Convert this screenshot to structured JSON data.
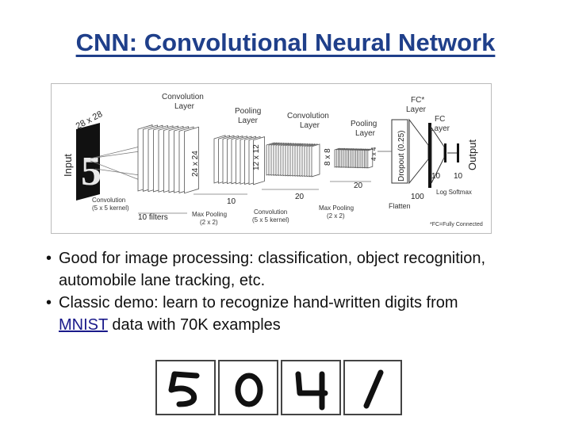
{
  "title": "CNN: Convolutional Neural Network",
  "diagram": {
    "input_label": "Input",
    "input_size": "28 x 28",
    "conv1_label": "Convolution Layer",
    "conv1_size": "24 x 24",
    "conv1_filters": "10 filters",
    "conv1_kernel": "Convolution (5 x 5 kernel)",
    "pool1_label": "Pooling Layer",
    "pool1_size": "12 x 12",
    "pool1_count": "10",
    "pool1_op": "Max Pooling (2 x 2)",
    "conv2_label": "Convolution Layer",
    "conv2_size": "8 x 8",
    "conv2_count": "20",
    "conv2_kernel": "Convolution (5 x 5 kernel)",
    "pool2_label": "Pooling Layer",
    "pool2_size": "4 x 4",
    "pool2_count": "20",
    "pool2_op": "Max Pooling (2 x 2)",
    "dropout_label": "Dropout (0.25)",
    "flatten_label": "Flatten",
    "fc1_label": "FC* Layer",
    "fc1_count": "100",
    "fc2_label": "FC Layer",
    "fc2_count": "10",
    "output_label": "Output",
    "output_count": "10",
    "softmax_label": "Log Softmax",
    "footnote": "*FC=Fully Connected"
  },
  "bullets": {
    "b1": "Good for image processing: classification, object recognition, automobile lane tracking, etc.",
    "b2_pre": "Classic demo: learn to recognize hand-written digits from",
    "b2_link": "MNIST",
    "b2_post": "data with 70K examples"
  },
  "digits": [
    "5",
    "0",
    "4",
    "1"
  ]
}
